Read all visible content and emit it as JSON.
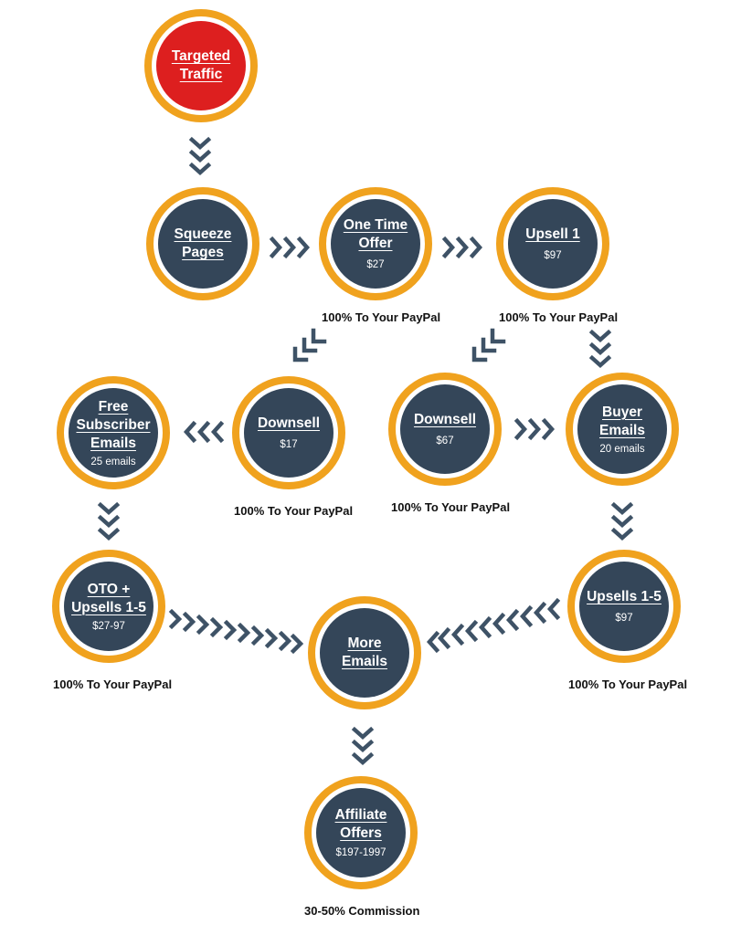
{
  "colors": {
    "ring": "#f0a21e",
    "node_fill": "#344659",
    "traffic_fill": "#dd1f1f",
    "arrow": "#3e5266"
  },
  "nodes": {
    "targeted_traffic": {
      "lines": [
        "Targeted",
        "Traffic"
      ]
    },
    "squeeze_pages": {
      "lines": [
        "Squeeze",
        "Pages"
      ]
    },
    "one_time_offer": {
      "lines": [
        "One Time",
        "Offer"
      ],
      "price": "$27"
    },
    "upsell_1": {
      "lines": [
        "Upsell 1"
      ],
      "price": "$97"
    },
    "downsell_17": {
      "lines": [
        "Downsell"
      ],
      "price": "$17"
    },
    "free_subscriber_emails": {
      "lines": [
        "Free",
        "Subscriber",
        "Emails"
      ],
      "price": "25 emails"
    },
    "downsell_67": {
      "lines": [
        "Downsell"
      ],
      "price": "$67"
    },
    "buyer_emails": {
      "lines": [
        "Buyer",
        "Emails"
      ],
      "price": "20 emails"
    },
    "oto_upsells": {
      "lines": [
        "OTO +",
        "Upsells 1-5"
      ],
      "price": "$27-97"
    },
    "more_emails": {
      "lines": [
        "More",
        "Emails"
      ]
    },
    "upsells_1_5": {
      "lines": [
        "Upsells 1-5"
      ],
      "price": "$97"
    },
    "affiliate_offers": {
      "lines": [
        "Affiliate",
        "Offers"
      ],
      "price": "$197-1997"
    }
  },
  "captions": {
    "one_time_offer": "100% To Your PayPal",
    "upsell_1": "100% To Your PayPal",
    "downsell_17": "100% To Your PayPal",
    "downsell_67": "100% To Your PayPal",
    "oto_upsells": "100% To Your PayPal",
    "upsells_1_5": "100% To Your PayPal",
    "affiliate_offers": "30-50% Commission"
  }
}
